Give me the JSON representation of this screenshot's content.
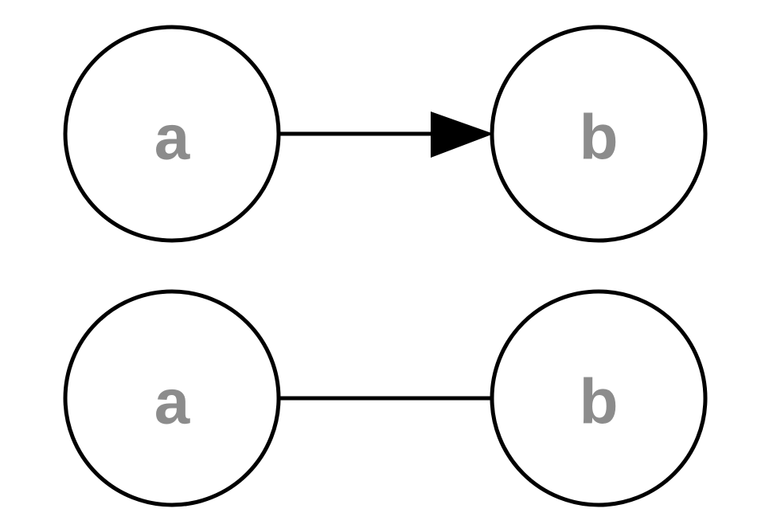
{
  "graphs": [
    {
      "kind": "directed",
      "source": "a",
      "target": "b"
    },
    {
      "kind": "undirected",
      "source": "a",
      "target": "b"
    }
  ],
  "colors": {
    "node_stroke": "#000000",
    "node_fill": "#ffffff",
    "label": "#8c8c8c",
    "edge": "#000000"
  }
}
